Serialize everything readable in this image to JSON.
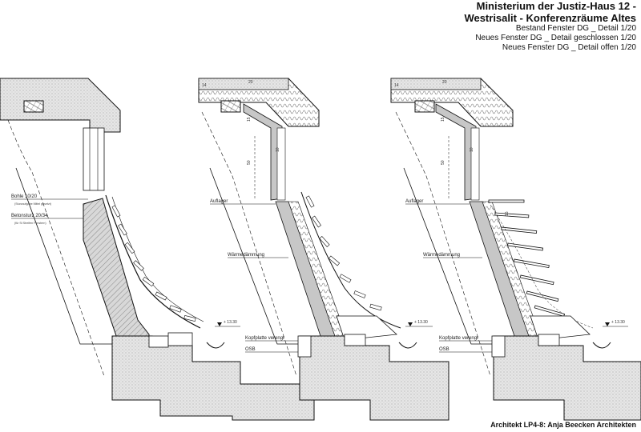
{
  "title": {
    "line1": "Ministerium der Justiz-Haus 12 -",
    "line2": "Westrisalit - Konferenzräume Altes",
    "sub1": "Bestand Fenster DG _ Detail 1/20",
    "sub2": "Neues Fenster DG _ Detail geschlossen 1/20",
    "sub3": "Neues Fenster DG _ Detail offen 1/20"
  },
  "footer": "Architekt LP4-8: Anja Beecken Architekten",
  "details": {
    "d1": {
      "label_bohle": "Bohle 10/20",
      "label_bohle_sub": "(Sturzaufgabe Mittel gesetzt)",
      "label_beton": "Betonsturz 20/34",
      "label_beton_sub": "(für St Streifen Fenstern)",
      "level": "+ 13.30"
    },
    "d2": {
      "label_auflager": "Auflager",
      "label_waerme": "Wärmedämmung",
      "label_kopf": "Kopfplatte verengt",
      "label_osb": "OSB",
      "level": "+ 13.30",
      "dim_15": "15",
      "dim_50": "50",
      "dim_10": "10",
      "dim_20": "20",
      "dim_14": "14"
    },
    "d3": {
      "label_auflager": "Auflager",
      "label_waerme": "Wärmedämmung",
      "label_kopf": "Kopfplatte verengt",
      "label_osb": "OSB",
      "level": "+ 13.30",
      "dim_15": "15",
      "dim_50": "50",
      "dim_10": "10",
      "dim_20": "20",
      "dim_14": "14",
      "dim_15b": "15"
    }
  }
}
